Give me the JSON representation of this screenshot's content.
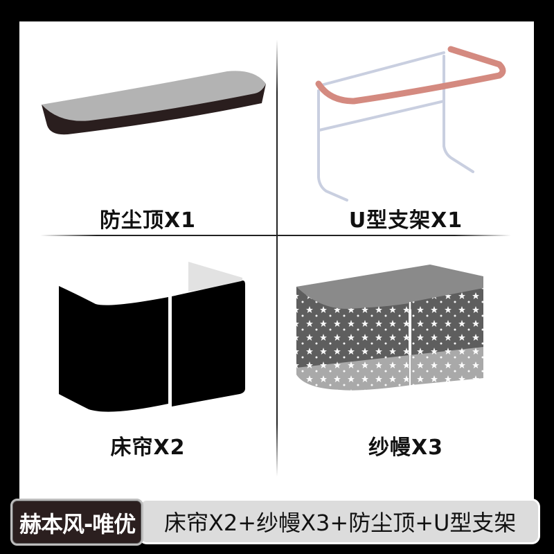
{
  "items": [
    {
      "label": "防尘顶X1",
      "icon": "dust-cover-top-icon"
    },
    {
      "label": "U型支架X1",
      "icon": "u-shaped-frame-icon"
    },
    {
      "label": "床帘X2",
      "icon": "bed-curtain-icon"
    },
    {
      "label": "纱幔X3",
      "icon": "star-mesh-curtain-icon"
    }
  ],
  "footer": {
    "badge": "赫本风-唯优",
    "summary": "床帘X2+纱幔X3+防尘顶+U型支架"
  },
  "colors": {
    "background": "#000000",
    "panel": "#ffffff",
    "frame_accent": "#d48a80",
    "frame_rail": "#c9cfe0",
    "dust_top": "#b3b3b3",
    "dust_side": "#2a1e1e",
    "curtain": "#000000",
    "mesh": "#5e5e5e",
    "badge_bg": "#2b1f1f",
    "bar_bg": "#dcdcdc"
  }
}
